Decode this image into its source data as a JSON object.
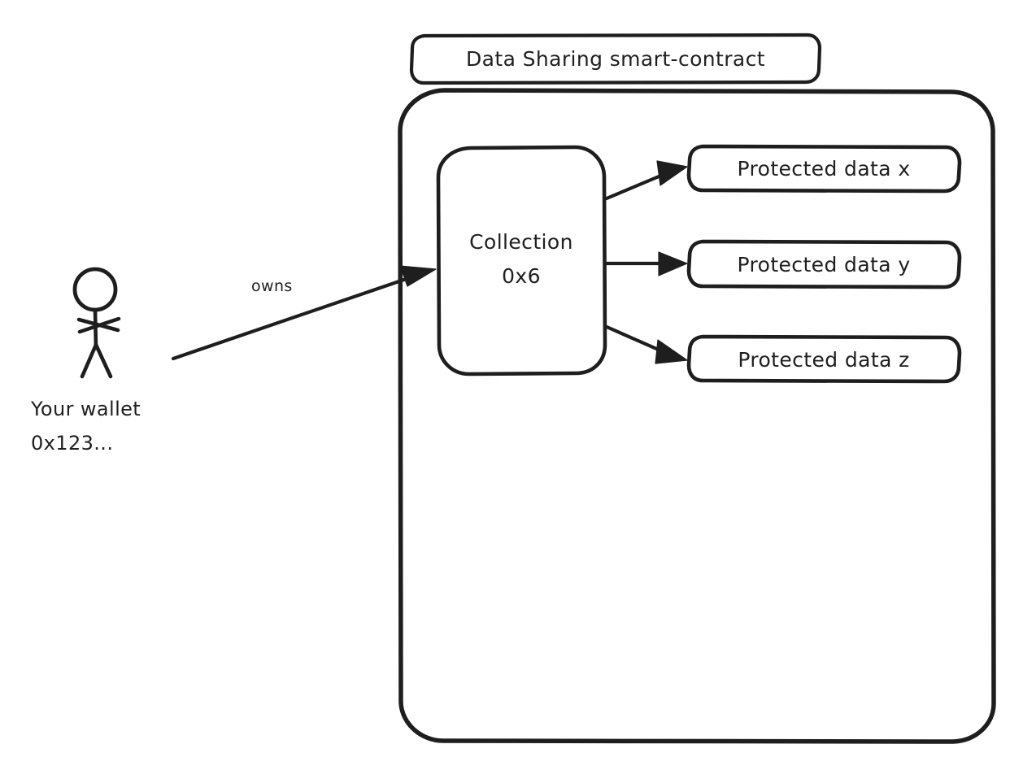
{
  "diagram": {
    "title": "Data Sharing smart-contract",
    "background_color": "#ffffff",
    "stroke_color": "#1e1e1e",
    "text_color": "#1f1f1f",
    "style": "hand-drawn whiteboard sketch",
    "container": {
      "label": "Data Sharing smart-contract"
    },
    "actor": {
      "icon": "stick-figure-person",
      "label_line1": "Your wallet",
      "label_line2": "0x123..."
    },
    "collection": {
      "label_line1": "Collection",
      "label_line2": "0x6"
    },
    "protected_items": [
      {
        "label": "Protected data x"
      },
      {
        "label": "Protected data y"
      },
      {
        "label": "Protected data z"
      }
    ],
    "edges": [
      {
        "from": "Your wallet 0x123...",
        "to": "Collection 0x6",
        "label": "owns"
      },
      {
        "from": "Collection 0x6",
        "to": "Protected data x",
        "label": ""
      },
      {
        "from": "Collection 0x6",
        "to": "Protected data y",
        "label": ""
      },
      {
        "from": "Collection 0x6",
        "to": "Protected data z",
        "label": ""
      }
    ]
  }
}
